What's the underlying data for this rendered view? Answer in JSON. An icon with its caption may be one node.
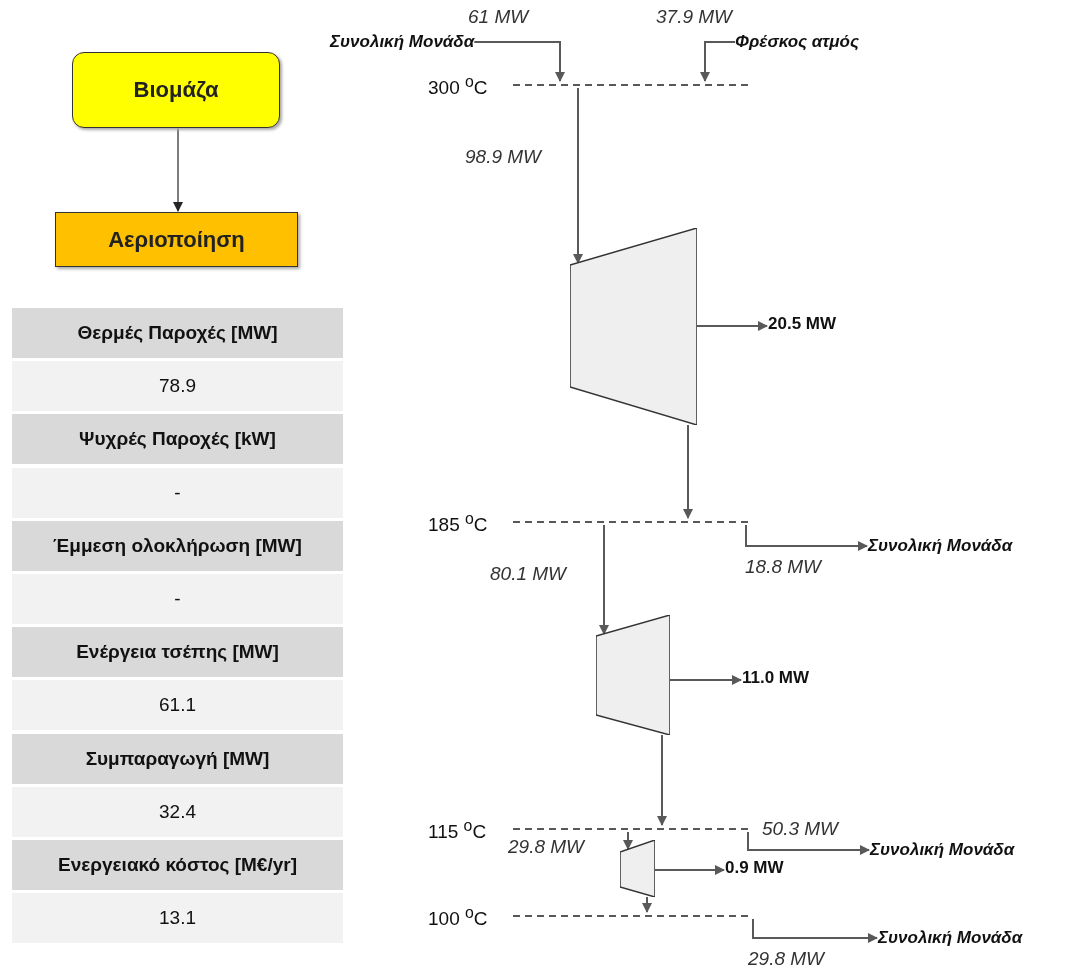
{
  "diagram": {
    "nodes": [
      {
        "text": [
          "Βιομάζα"
        ]
      },
      {
        "text": [
          "Αεριοποίηση"
        ]
      },
      {
        "text": [
          "Συνολική Μονάδα"
        ]
      },
      {
        "text": [
          "Φρέσκος ατμός"
        ]
      },
      {
        "text": [],
        "shape": "bar",
        "beside": [
          "300 $^{o}$C"
        ]
      },
      {
        "text": [],
        "shape": "trapezoid"
      },
      {
        "text": [
          "20.5 MW"
        ]
      },
      {
        "text": [],
        "shape": "bar",
        "beside": [
          "185 $^{o}$C"
        ]
      },
      {
        "text": [
          "Συνολική Μονάδα"
        ]
      },
      {
        "text": [],
        "shape": "trapezoid"
      },
      {
        "text": [
          "11.0 MW"
        ]
      },
      {
        "text": [],
        "shape": "bar",
        "beside": [
          "115 $^{o}$C"
        ]
      },
      {
        "text": [
          "Συνολική Μονάδα"
        ]
      },
      {
        "text": [],
        "shape": "trapezoid"
      },
      {
        "text": [
          "0.9 MW"
        ]
      },
      {
        "text": [],
        "shape": "bar",
        "beside": [
          "100 $^{o}$C"
        ]
      },
      {
        "text": [
          "Συνολική Μονάδα"
        ]
      }
    ],
    "edges": [
      {
        "from": 0,
        "to": 1,
        "arrow": "to",
        "color": "#262626"
      },
      {
        "from": 2,
        "to": 4,
        "arrow": "to",
        "label": "61 MW"
      },
      {
        "from": 3,
        "to": 4,
        "arrow": "to",
        "label": "37.9 MW"
      },
      {
        "from": 4,
        "to": 5,
        "arrow": "to",
        "label": "98.9 MW"
      },
      {
        "from": 5,
        "to": 6,
        "arrow": "to"
      },
      {
        "from": 5,
        "to": 7,
        "arrow": "to"
      },
      {
        "from": 7,
        "to": 8,
        "arrow": "to",
        "label": "18.8 MW"
      },
      {
        "from": 7,
        "to": 9,
        "arrow": "to",
        "label": "80.1 MW"
      },
      {
        "from": 9,
        "to": 10,
        "arrow": "to"
      },
      {
        "from": 9,
        "to": 11,
        "arrow": "to"
      },
      {
        "from": 11,
        "to": 12,
        "arrow": "to",
        "label": "50.3 MW"
      },
      {
        "from": 11,
        "to": 13,
        "arrow": "to",
        "label": "29.8 MW"
      },
      {
        "from": 13,
        "to": 14,
        "arrow": "to"
      },
      {
        "from": 13,
        "to": 15,
        "arrow": "to"
      },
      {
        "from": 15,
        "to": 16,
        "arrow": "to",
        "label": "29.8 MW"
      }
    ],
    "labels": [
      "Θερμές Παροχές [MW]",
      "78.9",
      "Ψυχρές Παροχές [kW]",
      "-",
      "Έμμεση ολοκλήρωση [MW]",
      "-",
      "Ενέργεια τσέπης [MW]",
      "61.1",
      "Συμπαραγωγή [MW]",
      "32.4",
      "Ενεργειακό κόστος [M€/yr]",
      "13.1"
    ]
  }
}
